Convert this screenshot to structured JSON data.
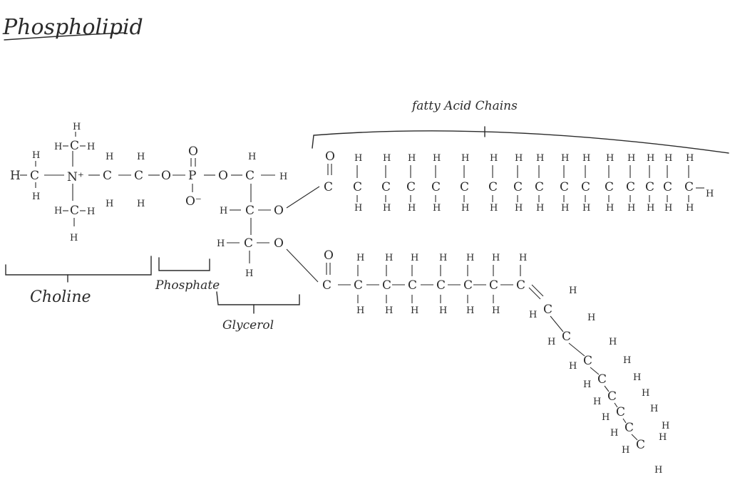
{
  "title": "Phospholipid",
  "labels": {
    "fatty_acid_chains": "fatty Acid Chains",
    "choline": "Choline",
    "phosphate": "Phosphate",
    "glycerol": "Glycerol"
  },
  "atoms": {
    "hydrogen": "H",
    "carbon": "C",
    "oxygen": "O",
    "phosphorus": "P",
    "nitrogen_plus": "N⁺",
    "oxide": "O⁻"
  }
}
